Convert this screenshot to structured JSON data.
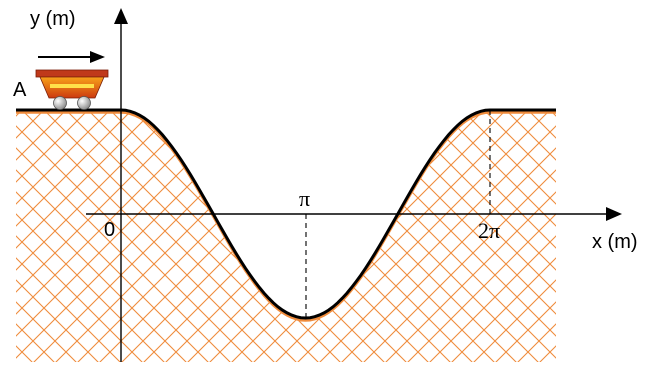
{
  "labels": {
    "y_axis": "y (m)",
    "x_axis": "x (m)",
    "point_a": "A",
    "tick_origin": "0",
    "tick_pi": "π",
    "tick_two_pi": "2π"
  },
  "colors": {
    "track_curve": "#000000",
    "ground_hatch": "#f08c3c",
    "axis": "#000000",
    "cart_body_top": "#f7a21a",
    "cart_body_bottom": "#cc3a10",
    "cart_stripe": "#ffe14a",
    "cart_rim": "#c0391a",
    "wheel": "#9a9a9a"
  },
  "icons": {
    "cart": "mine-cart-icon",
    "motion_arrow": "right-arrow-icon"
  }
}
